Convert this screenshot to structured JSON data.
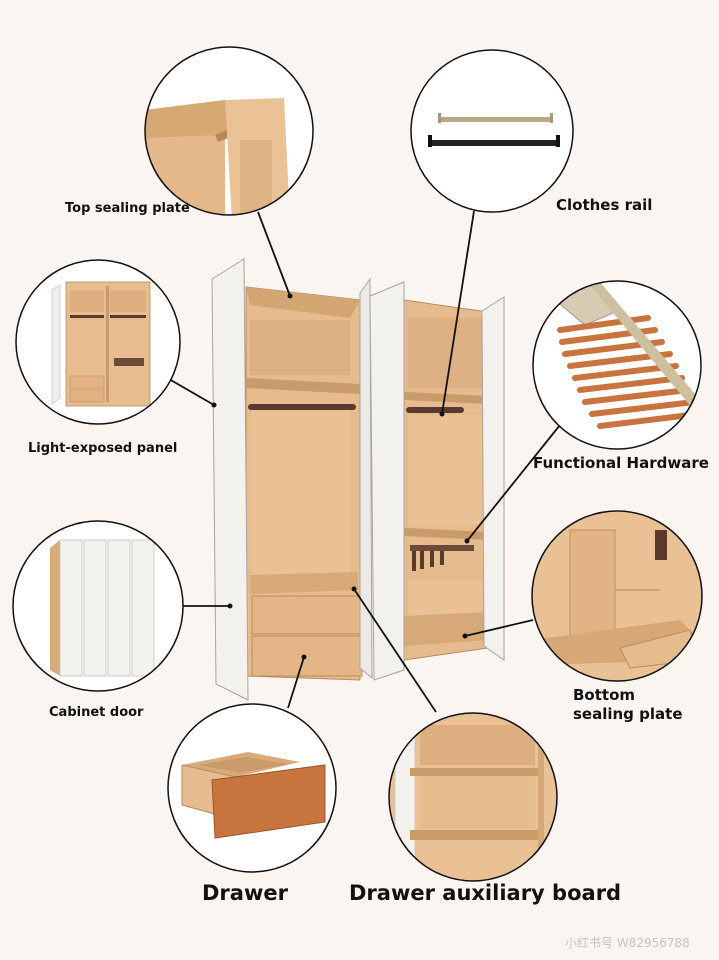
{
  "labels": {
    "top_sealing_plate": "Top sealing plate",
    "clothes_rail": "Clothes rail",
    "light_exposed_panel": "Light-exposed panel",
    "functional_hardware": "Functional Hardware",
    "cabinet_door": "Cabinet door",
    "bottom_sealing_plate_1": "Bottom",
    "bottom_sealing_plate_2": "sealing plate",
    "drawer": "Drawer",
    "drawer_auxiliary_board": "Drawer auxiliary board"
  },
  "watermark": "小红书号 W82956788",
  "colors": {
    "background": "#fbf5f2",
    "wood": "#e2b78a",
    "wood_dark": "#c9996a",
    "door": "#f3f1ee",
    "rail": "#5a3a2e",
    "drawer_front": "#c8743f"
  }
}
